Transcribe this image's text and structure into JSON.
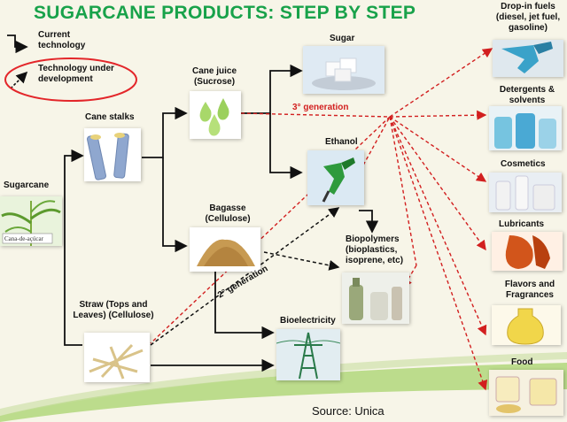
{
  "title": "SUGARCANE PRODUCTS: STEP BY STEP",
  "legend": {
    "current": "Current technology",
    "development": "Technology under development"
  },
  "nodes": {
    "sugarcane": "Sugarcane",
    "cane_stalks": "Cane stalks",
    "cane_juice": "Cane juice (Sucrose)",
    "sugar": "Sugar",
    "ethanol": "Ethanol",
    "bagasse": "Bagasse (Cellulose)",
    "straw": "Straw (Tops and Leaves) (Cellulose)",
    "bioelectricity": "Bioelectricity",
    "biopolymers": "Biopolymers (bioplastics, isoprene, etc)"
  },
  "annotations": {
    "third_gen": "3° generation",
    "second_gen": "2° generation"
  },
  "sugarcane_sign": "Cana-de-açúcar",
  "outputs": [
    "Drop-in fuels (diesel, jet fuel, gasoline)",
    "Detergents & solvents",
    "Cosmetics",
    "Lubricants",
    "Flavors and Fragrances",
    "Food"
  ],
  "source": "Source: Unica",
  "colors": {
    "title": "#18a24a",
    "current_arrow": "#111111",
    "development_arrow": "#d21f1f"
  }
}
